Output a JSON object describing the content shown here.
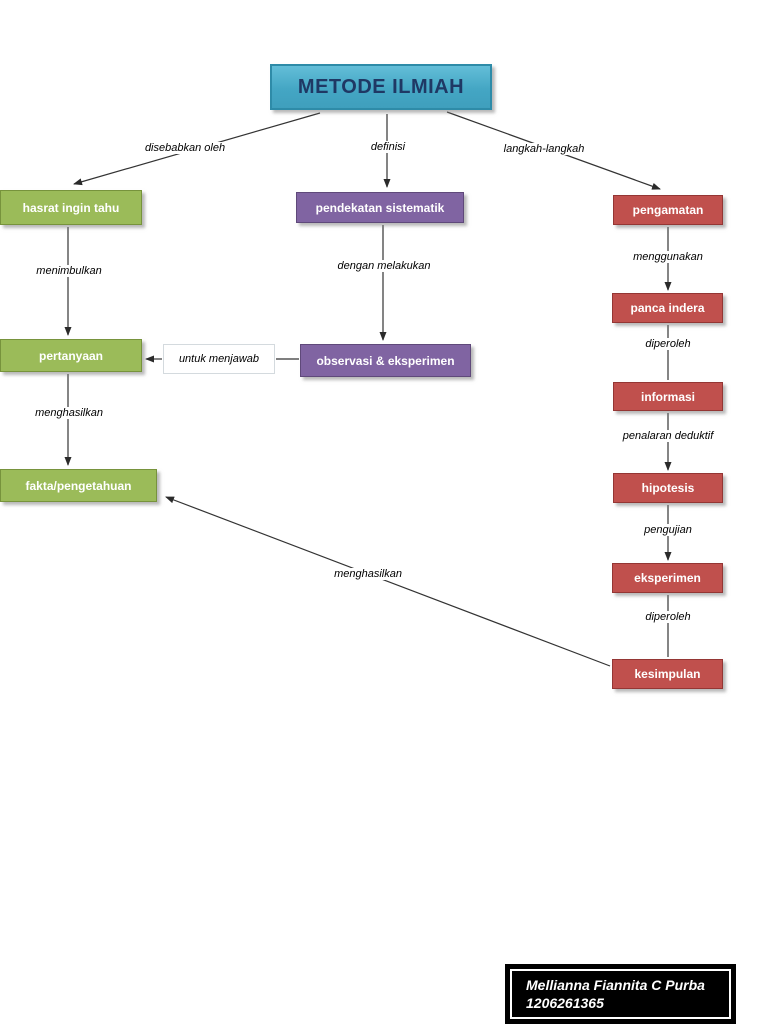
{
  "diagram": {
    "title": "METODE ILMIAH"
  },
  "nodes": {
    "title": {
      "label": "METODE ILMIAH"
    },
    "hasrat": {
      "label": "hasrat ingin tahu"
    },
    "pertanyaan": {
      "label": "pertanyaan"
    },
    "fakta": {
      "label": "fakta/pengetahuan"
    },
    "pendekatan": {
      "label": "pendekatan sistematik"
    },
    "observasi": {
      "label": "observasi & eksperimen"
    },
    "pengamatan": {
      "label": "pengamatan"
    },
    "panca_indera": {
      "label": "panca indera"
    },
    "informasi": {
      "label": "informasi"
    },
    "hipotesis": {
      "label": "hipotesis"
    },
    "eksperimen": {
      "label": "eksperimen"
    },
    "kesimpulan": {
      "label": "kesimpulan"
    }
  },
  "edge_labels": {
    "disebabkan_oleh": "disebabkan oleh",
    "definisi": "definisi",
    "langkah_langkah": "langkah-langkah",
    "menimbulkan": "menimbulkan",
    "menghasilkan_kiri": "menghasilkan",
    "dengan_melakukan": "dengan melakukan",
    "untuk_menjawab": "untuk menjawab",
    "menggunakan": "menggunakan",
    "diperoleh_atas": "diperoleh",
    "penalaran_deduktif": "penalaran deduktif",
    "pengujian": "pengujian",
    "diperoleh_bawah": "diperoleh",
    "menghasilkan_diagonal": "menghasilkan"
  },
  "credit": {
    "name": "Mellianna Fiannita C Purba",
    "student_id": "1206261365"
  },
  "colors": {
    "title_fill": "#4BACC6",
    "green_fill": "#9BBB59",
    "purple_fill": "#8064A2",
    "red_fill": "#C0504D",
    "title_text": "#1F3864",
    "node_text": "#FFFFFF",
    "connector": "#333333",
    "credit_bg": "#000000"
  }
}
